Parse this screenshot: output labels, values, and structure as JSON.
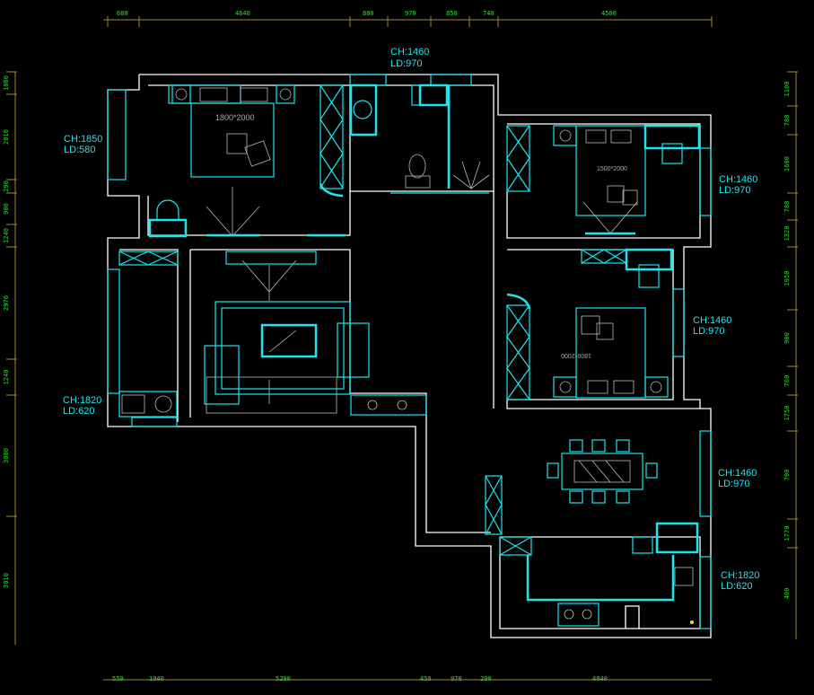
{
  "dimensions": {
    "top": [
      "680",
      "4640",
      "880",
      "970",
      "850",
      "740",
      "4500"
    ],
    "bottom": [
      "550",
      "1040",
      "5200",
      "450",
      "970",
      "200",
      "4840"
    ],
    "left": [
      "1000",
      "2010",
      "290",
      "900",
      "1240",
      "2970",
      "1240",
      "3000",
      "3010"
    ],
    "right": [
      "1100",
      "780",
      "1600",
      "780",
      "1320",
      "1950",
      "900",
      "760",
      "1750",
      "790",
      "1770",
      "400"
    ]
  },
  "windows": [
    {
      "ch": "CH:1460",
      "ld": "LD:970"
    },
    {
      "ch": "CH:1850",
      "ld": "LD:580"
    },
    {
      "ch": "CH:1460",
      "ld": "LD:970"
    },
    {
      "ch": "CH:1460",
      "ld": "LD:970"
    },
    {
      "ch": "CH:1820",
      "ld": "LD:620"
    },
    {
      "ch": "CH:1460",
      "ld": "LD:970"
    },
    {
      "ch": "CH:1820",
      "ld": "LD:620"
    }
  ],
  "beds": {
    "master": "1800*2000",
    "second": "1500*2000",
    "third": "1800*2000"
  },
  "colors": {
    "wall": "#ffffff",
    "furniture": "#19e6f0",
    "dimension": "#a08a2a",
    "dim_text": "#2ee02e"
  }
}
